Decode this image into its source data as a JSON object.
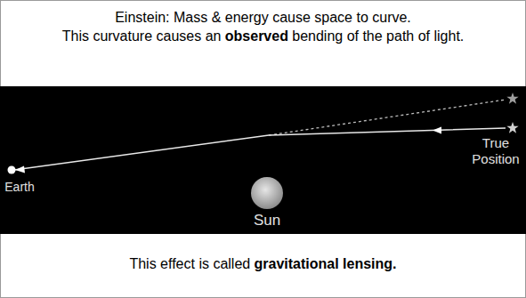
{
  "diagram": {
    "title": "Einstein: Mass & energy cause space to curve.",
    "labels": [
      "This curvature causes an",
      "observed",
      "bending of the path of light.",
      "Earth",
      "Sun",
      "True Position",
      "This effect is called",
      "gravitational lensing."
    ]
  }
}
